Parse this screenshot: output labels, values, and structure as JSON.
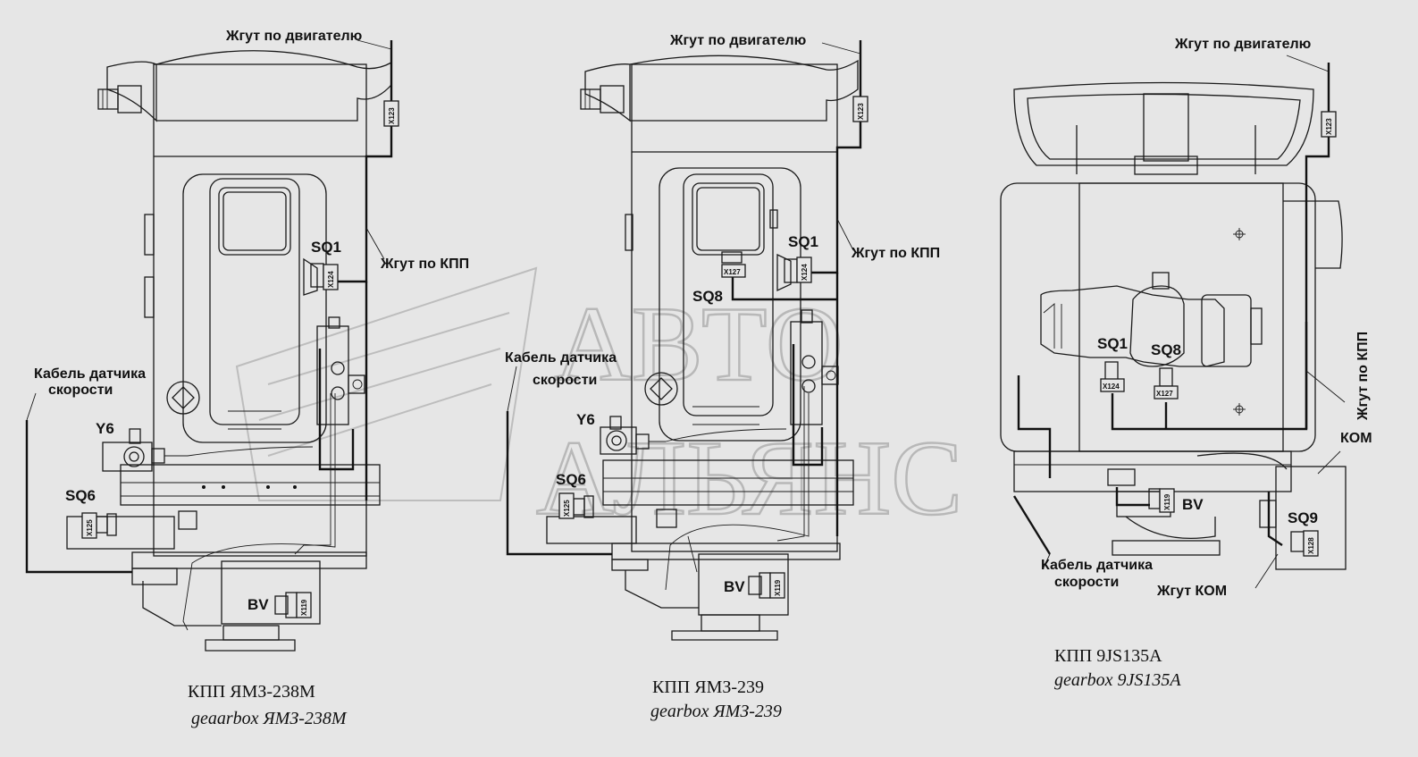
{
  "panels": [
    {
      "id": "yamz-238m",
      "engine_harness": "Жгут по двигателю",
      "gearbox_harness": "Жгут по КПП",
      "speed_cable": [
        "Кабель датчика",
        "скорости"
      ],
      "components": [
        "SQ1",
        "Y6",
        "SQ6",
        "BV"
      ],
      "connectors": [
        "X123",
        "X124",
        "X125",
        "X119"
      ],
      "caption_ru": "КПП ЯМЗ-238М",
      "caption_en": "geaarbox ЯМЗ-238М"
    },
    {
      "id": "yamz-239",
      "engine_harness": "Жгут по двигателю",
      "gearbox_harness": "Жгут по КПП",
      "speed_cable": [
        "Кабель датчика",
        "скорости"
      ],
      "components": [
        "SQ1",
        "SQ8",
        "Y6",
        "SQ6",
        "BV"
      ],
      "connectors": [
        "X123",
        "X124",
        "X127",
        "X125",
        "X119"
      ],
      "caption_ru": "КПП ЯМЗ-239",
      "caption_en": "gearbox ЯМЗ-239"
    },
    {
      "id": "9js135a",
      "engine_harness": "Жгут по двигателю",
      "gearbox_harness": "Жгут по КПП",
      "speed_cable": [
        "Кабель датчика",
        "скорости"
      ],
      "pto": "КОМ",
      "pto_harness": "Жгут КОМ",
      "components": [
        "SQ1",
        "SQ8",
        "BV",
        "SQ9"
      ],
      "connectors": [
        "X123",
        "X124",
        "X127",
        "X119",
        "X128"
      ],
      "caption_ru": "КПП  9JS135A",
      "caption_en": "gearbox 9JS135A"
    }
  ],
  "watermark": [
    "АВТО",
    "АЛЬЯНС"
  ]
}
